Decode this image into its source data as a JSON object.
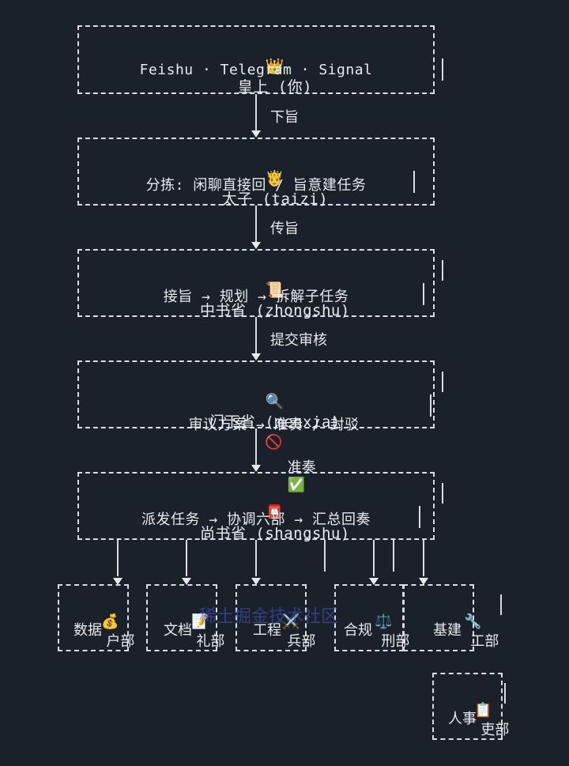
{
  "nodes": {
    "emperor": {
      "icon": "👑",
      "title": "皇上 (你)",
      "subtitle": "Feishu · Telegram · Signal"
    },
    "taizi": {
      "icon": "🤴",
      "title": "太子 (taizi)",
      "subtitle": "分拣: 闲聊直接回 / 旨意建任务"
    },
    "zhongshu": {
      "icon": "📜",
      "title": "中书省 (zhongshu)",
      "subtitle": "接旨 → 规划 → 拆解子任务"
    },
    "menxia": {
      "icon": "🔍",
      "title": "门下省 (menxia)",
      "subtitle": "审议方案 → 准奏 / 封驳",
      "badge": "🚫"
    },
    "shangshu": {
      "icon": "📮",
      "title": "尚书省 (shangshu)",
      "subtitle": "派发任务 → 协调六部 → 汇总回奏"
    }
  },
  "edges": {
    "xiazhi": "下旨",
    "chuanzhi": "传旨",
    "tijiao": "提交审核",
    "zhunzou": "准奏",
    "zhunzou_badge": "✅"
  },
  "ministries": [
    {
      "icon": "💰",
      "name": "户部",
      "role": "数据"
    },
    {
      "icon": "📝",
      "name": "礼部",
      "role": "文档"
    },
    {
      "icon": "⚔️",
      "name": "兵部",
      "role": "工程"
    },
    {
      "icon": "⚖️",
      "name": "刑部",
      "role": "合规"
    },
    {
      "icon": "🔧",
      "name": "工部",
      "role": "基建"
    }
  ],
  "libu": {
    "icon": "📋",
    "name": "吏部",
    "role": "人事"
  },
  "watermark": "稀土掘金技术社区"
}
